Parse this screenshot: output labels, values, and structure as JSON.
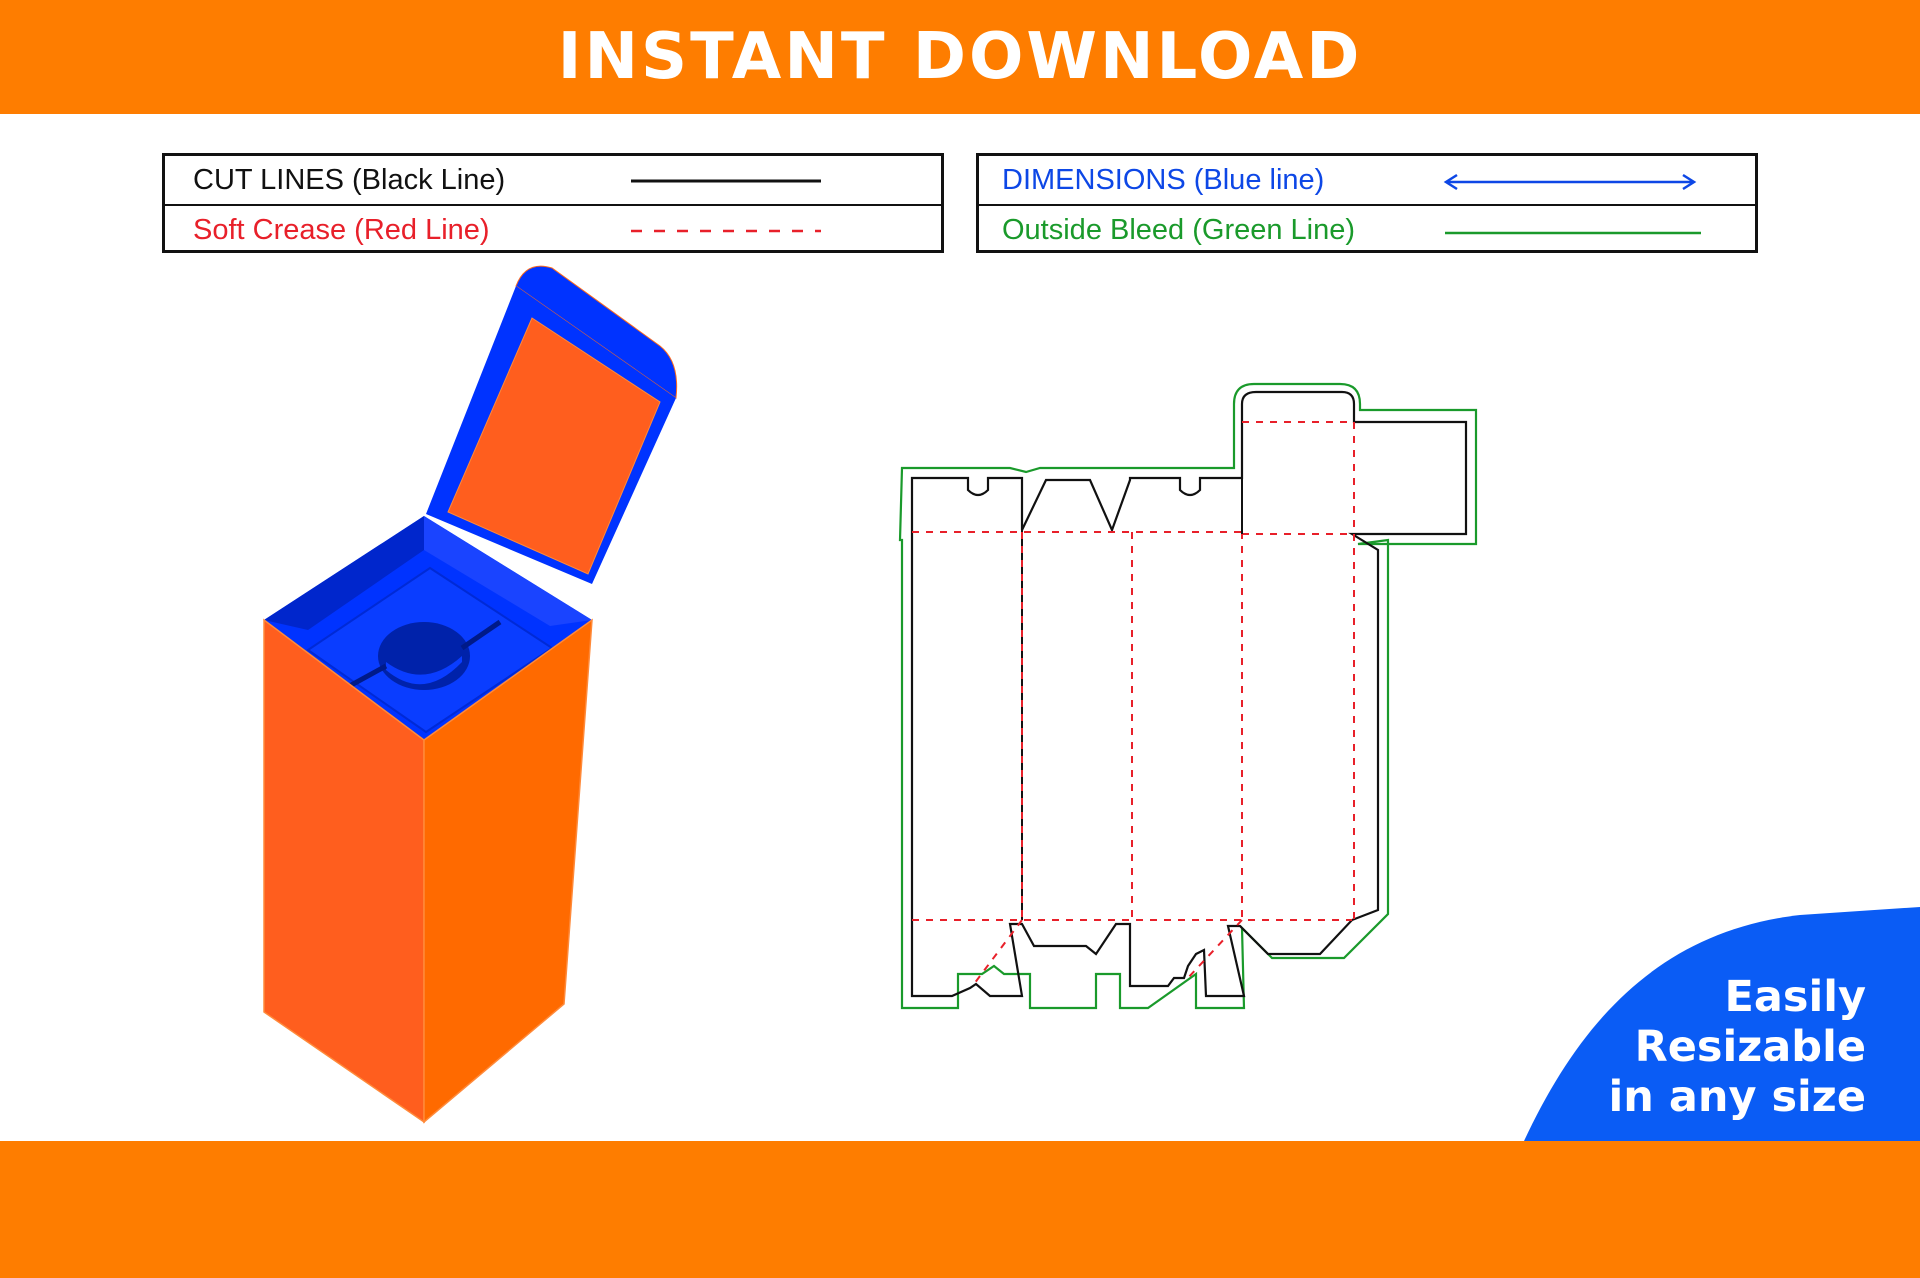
{
  "header": {
    "title": "INSTANT DOWNLOAD"
  },
  "legend": {
    "cut_lines": "CUT LINES (Black Line)",
    "soft_crease": "Soft Crease (Red Line)",
    "dimensions": "DIMENSIONS (Blue line)",
    "outside_bleed": "Outside Bleed (Green Line)"
  },
  "badge": {
    "line1": "Easily",
    "line2": "Resizable",
    "line3": "in any size"
  },
  "colors": {
    "brand_orange": "#fe7d00",
    "box_blue": "#0033ff",
    "badge_blue": "#0a5cf5",
    "cut_line": "#111111",
    "crease_line": "#e8202a",
    "dimension_line": "#0d47e6",
    "bleed_line": "#1a9a2b"
  }
}
